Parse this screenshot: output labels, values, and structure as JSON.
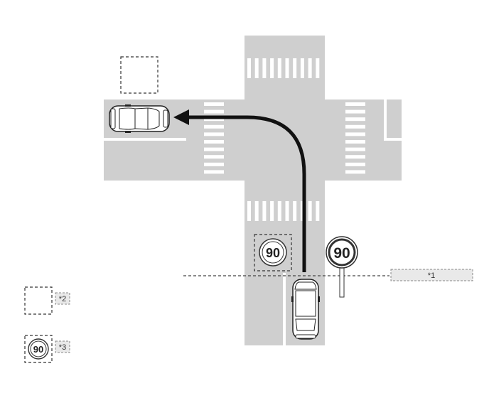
{
  "colors": {
    "road": "#cfcfcf",
    "marking": "#ffffff",
    "arrow": "#111111",
    "sign_ring": "#d8d8d8",
    "callout_fill": "#e9e9e9",
    "dash": "#444444"
  },
  "signs": {
    "speed_limit_road": "90",
    "speed_limit_display": "90",
    "legend_speed_limit": "90"
  },
  "callouts": {
    "note_1": "*1",
    "note_2": "*2",
    "note_3": "*3"
  },
  "icons": {
    "vehicle_own": "car-icon",
    "vehicle_other": "car-icon",
    "turn_path": "left-turn-arrow-icon",
    "road_sign": "speed-limit-sign-icon"
  }
}
